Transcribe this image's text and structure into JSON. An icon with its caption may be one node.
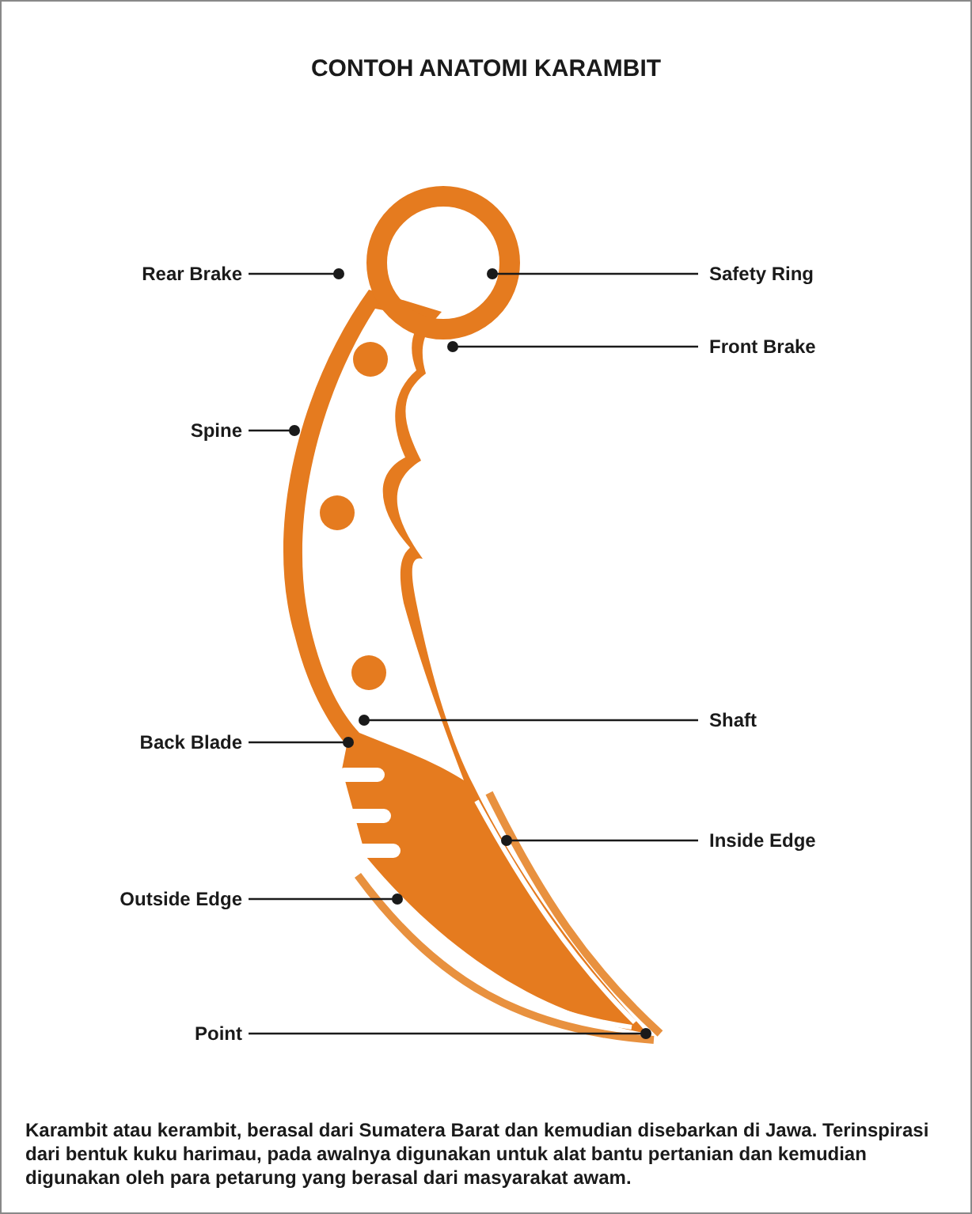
{
  "diagram": {
    "title": "CONTOH ANATOMI KARAMBIT",
    "caption": "Karambit atau kerambit, berasal dari Sumatera Barat dan kemudian disebarkan di Jawa. Terinspirasi dari bentuk kuku harimau, pada awalnya digunakan untuk alat bantu pertanian dan kemudian digunakan oleh para petarung yang berasal dari masyarakat awam.",
    "nodes": [
      {
        "text": [
          "Rear Brake"
        ]
      },
      {
        "text": [
          "Safety Ring"
        ]
      },
      {
        "text": [
          "Front Brake"
        ]
      },
      {
        "text": [
          "Spine"
        ]
      },
      {
        "text": [
          "Shaft"
        ]
      },
      {
        "text": [
          "Back Blade"
        ]
      },
      {
        "text": [
          "Inside Edge"
        ]
      },
      {
        "text": [
          "Outside Edge"
        ]
      },
      {
        "text": [
          "Point"
        ]
      }
    ],
    "edges": [
      {
        "from": 0,
        "to": null,
        "arrow": "other"
      },
      {
        "from": 1,
        "to": null,
        "arrow": "other"
      },
      {
        "from": 2,
        "to": null,
        "arrow": "other"
      },
      {
        "from": 3,
        "to": null,
        "arrow": "other"
      },
      {
        "from": 4,
        "to": null,
        "arrow": "other"
      },
      {
        "from": 5,
        "to": null,
        "arrow": "other"
      },
      {
        "from": 6,
        "to": null,
        "arrow": "other"
      },
      {
        "from": 7,
        "to": null,
        "arrow": "other"
      },
      {
        "from": 8,
        "to": null,
        "arrow": "other"
      }
    ]
  }
}
